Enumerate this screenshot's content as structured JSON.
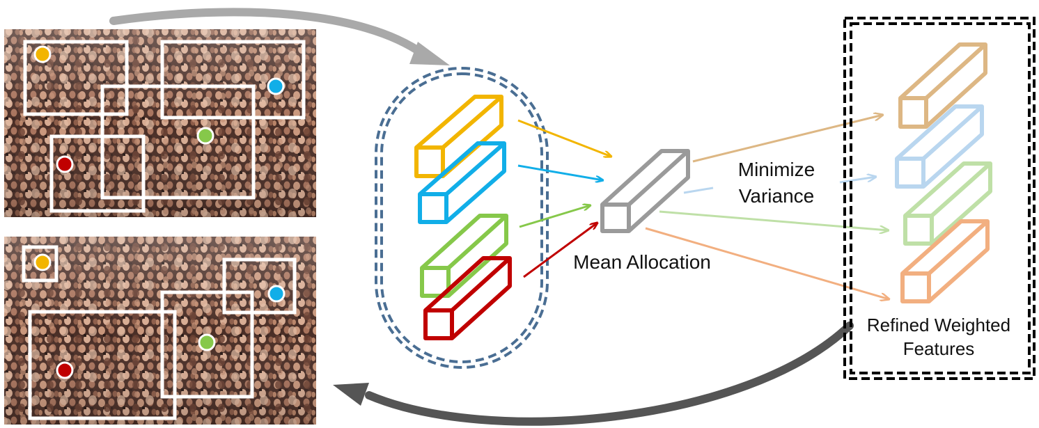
{
  "labels": {
    "minimize_line1": "Minimize",
    "minimize_line2": "Variance",
    "mean_allocation": "Mean Allocation",
    "refined_line1": "Refined Weighted",
    "refined_line2": "Features"
  },
  "colors": {
    "yellow": "#f2b500",
    "blue": "#11aee8",
    "green": "#86c84a",
    "red": "#c00000",
    "gray": "#9a9a9a",
    "tan": "#ddb784",
    "light_blue": "#b9d6ef",
    "light_green": "#bfe0a7",
    "light_orange": "#f2af80",
    "dashed_blue": "#4a6e93",
    "arrow_gray_light": "#a9a9a9",
    "arrow_gray_dark": "#555555"
  },
  "icons": {
    "crowd_photo_top": "crowd-photo",
    "crowd_photo_bottom": "crowd-photo"
  }
}
